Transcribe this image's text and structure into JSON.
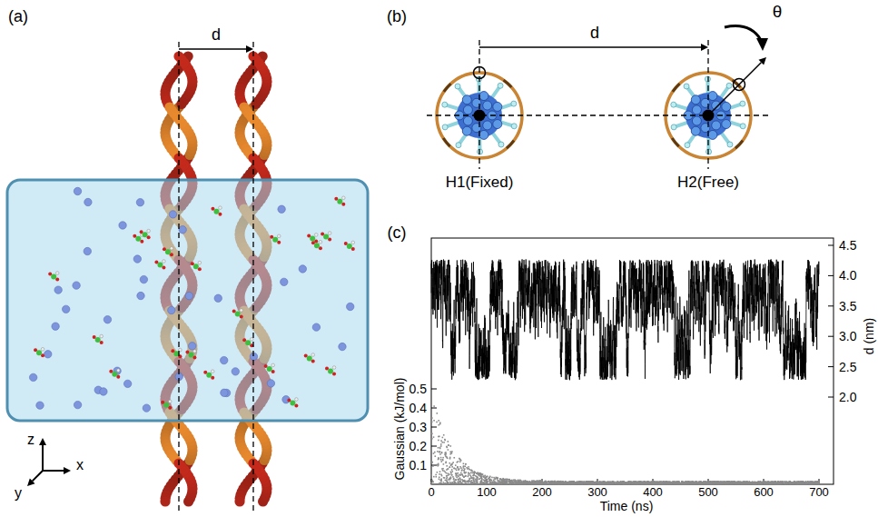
{
  "diagram": {
    "nodes": [
      {
        "text": [
          "H1(Fixed)"
        ]
      },
      {
        "text": [
          "H2(Free)"
        ]
      }
    ],
    "labels": [
      "(a)",
      "d",
      "z",
      "x",
      "y",
      "(b)",
      "d",
      "θ",
      "(c)",
      "4.5",
      "4.0",
      "3.5",
      "3.0",
      "2.5",
      "2.0",
      "d (nm)",
      "0.5",
      "0.4",
      "0.3",
      "0.2",
      "0.1",
      "Gaussian (kJ/mol)",
      "0",
      "100",
      "200",
      "300",
      "400",
      "500",
      "600",
      "700",
      "Time (ns)"
    ]
  }
}
